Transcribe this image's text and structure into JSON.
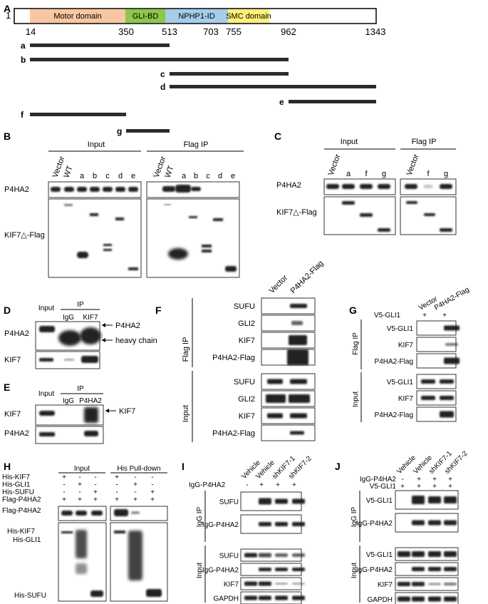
{
  "panelA": {
    "label": "A",
    "start_label": "1",
    "domains": [
      {
        "name": "Motor domain",
        "color": "#f8c6a0"
      },
      {
        "name": "GLI-BD",
        "color": "#8cc84b"
      },
      {
        "name": "NPHP1-ID",
        "color": "#a5cdea"
      },
      {
        "name": "SMC domain",
        "color": "#fff176"
      }
    ],
    "ticks": [
      "14",
      "350",
      "513",
      "703",
      "755",
      "962",
      "1343"
    ],
    "fragments": [
      {
        "name": "a",
        "from": 14,
        "to": 513
      },
      {
        "name": "b",
        "from": 14,
        "to": 962
      },
      {
        "name": "c",
        "from": 513,
        "to": 962
      },
      {
        "name": "d",
        "from": 513,
        "to": 1343
      },
      {
        "name": "e",
        "from": 962,
        "to": 1343
      },
      {
        "name": "f",
        "from": 14,
        "to": 350
      },
      {
        "name": "g",
        "from": 350,
        "to": 513
      }
    ]
  },
  "panelB": {
    "label": "B",
    "group_input": "Input",
    "group_ip": "Flag IP",
    "lanes": [
      "Vector",
      "WT",
      "a",
      "b",
      "c",
      "d",
      "e"
    ],
    "row1": "P4HA2",
    "row2": "KIF7△-Flag"
  },
  "panelC": {
    "label": "C",
    "group_input": "Input",
    "group_ip": "Flag IP",
    "lanes": [
      "Vector",
      "a",
      "f",
      "g"
    ],
    "row1": "P4HA2",
    "row2": "KIF7△-Flag"
  },
  "panelD": {
    "label": "D",
    "input": "Input",
    "ip": "IP",
    "lanes": [
      "IgG",
      "KIF7"
    ],
    "row1": "P4HA2",
    "row2": "KIF7",
    "arrow1": "P4HA2",
    "arrow2": "heavy chain"
  },
  "panelE": {
    "label": "E",
    "input": "Input",
    "ip": "IP",
    "lanes": [
      "IgG",
      "P4HA2"
    ],
    "row1": "KIF7",
    "row2": "P4HA2",
    "arrow1": "KIF7"
  },
  "panelF": {
    "label": "F",
    "cols": [
      "Vector",
      "P4HA2-Flag"
    ],
    "section_ip": "Flag IP",
    "section_input": "Input",
    "ip_rows": [
      "SUFU",
      "GLI2",
      "KIF7",
      "P4HA2-Flag"
    ],
    "input_rows": [
      "SUFU",
      "GLI2",
      "KIF7",
      "P4HA2-Flag"
    ]
  },
  "panelG": {
    "label": "G",
    "cols": [
      "Vector",
      "P4HA2-Flag"
    ],
    "treat_label": "V5-GLI1",
    "treat_vals": [
      "+",
      "+"
    ],
    "section_ip": "Flag IP",
    "section_input": "Input",
    "ip_rows": [
      "V5-GLI1",
      "KIF7",
      "P4HA2-Flag"
    ],
    "input_rows": [
      "V5-GLI1",
      "KIF7",
      "P4HA2-Flag"
    ]
  },
  "panelH": {
    "label": "H",
    "group_input": "Input",
    "group_pull": "His Pull-down",
    "treat": [
      {
        "name": "His-KIF7",
        "vals": [
          "+",
          "-",
          "-",
          "+",
          "-",
          "-"
        ]
      },
      {
        "name": "His-GLI1",
        "vals": [
          "-",
          "+",
          "-",
          "-",
          "+",
          "-"
        ]
      },
      {
        "name": "His-SUFU",
        "vals": [
          "-",
          "-",
          "+",
          "-",
          "-",
          "+"
        ]
      },
      {
        "name": "Flag-P4HA2",
        "vals": [
          "+",
          "+",
          "+",
          "+",
          "+",
          "+"
        ]
      }
    ],
    "row1": "Flag-P4HA2",
    "blot_labels": [
      "His-KIF7",
      "His-GLI1",
      "His-SUFU"
    ]
  },
  "panelI": {
    "label": "I",
    "cols": [
      "Vehicle",
      "Vehicle",
      "shKIF7-1",
      "shKIF7-2"
    ],
    "treat_label": "IgG-P4HA2",
    "treat_vals": [
      "-",
      "+",
      "+",
      "+"
    ],
    "section_ip": "IgG IP",
    "section_input": "Input",
    "ip_rows": [
      "SUFU",
      "IgG-P4HA2"
    ],
    "input_rows": [
      "SUFU",
      "IgG-P4HA2",
      "KIF7",
      "GAPDH"
    ]
  },
  "panelJ": {
    "label": "J",
    "cols": [
      "Vehicle",
      "Vehicle",
      "shKIF7-1",
      "shKIF7-2"
    ],
    "treat": [
      {
        "name": "IgG-P4HA2",
        "vals": [
          "-",
          "+",
          "+",
          "+"
        ]
      },
      {
        "name": "V5-GLI1",
        "vals": [
          "+",
          "+",
          "+",
          "+"
        ]
      }
    ],
    "section_ip": "IgG IP",
    "section_input": "Input",
    "ip_rows": [
      "V5-GLI1",
      "IgG-P4HA2"
    ],
    "input_rows": [
      "V5-GLI1",
      "IgG-P4HA2",
      "KIF7",
      "GAPDH"
    ]
  }
}
